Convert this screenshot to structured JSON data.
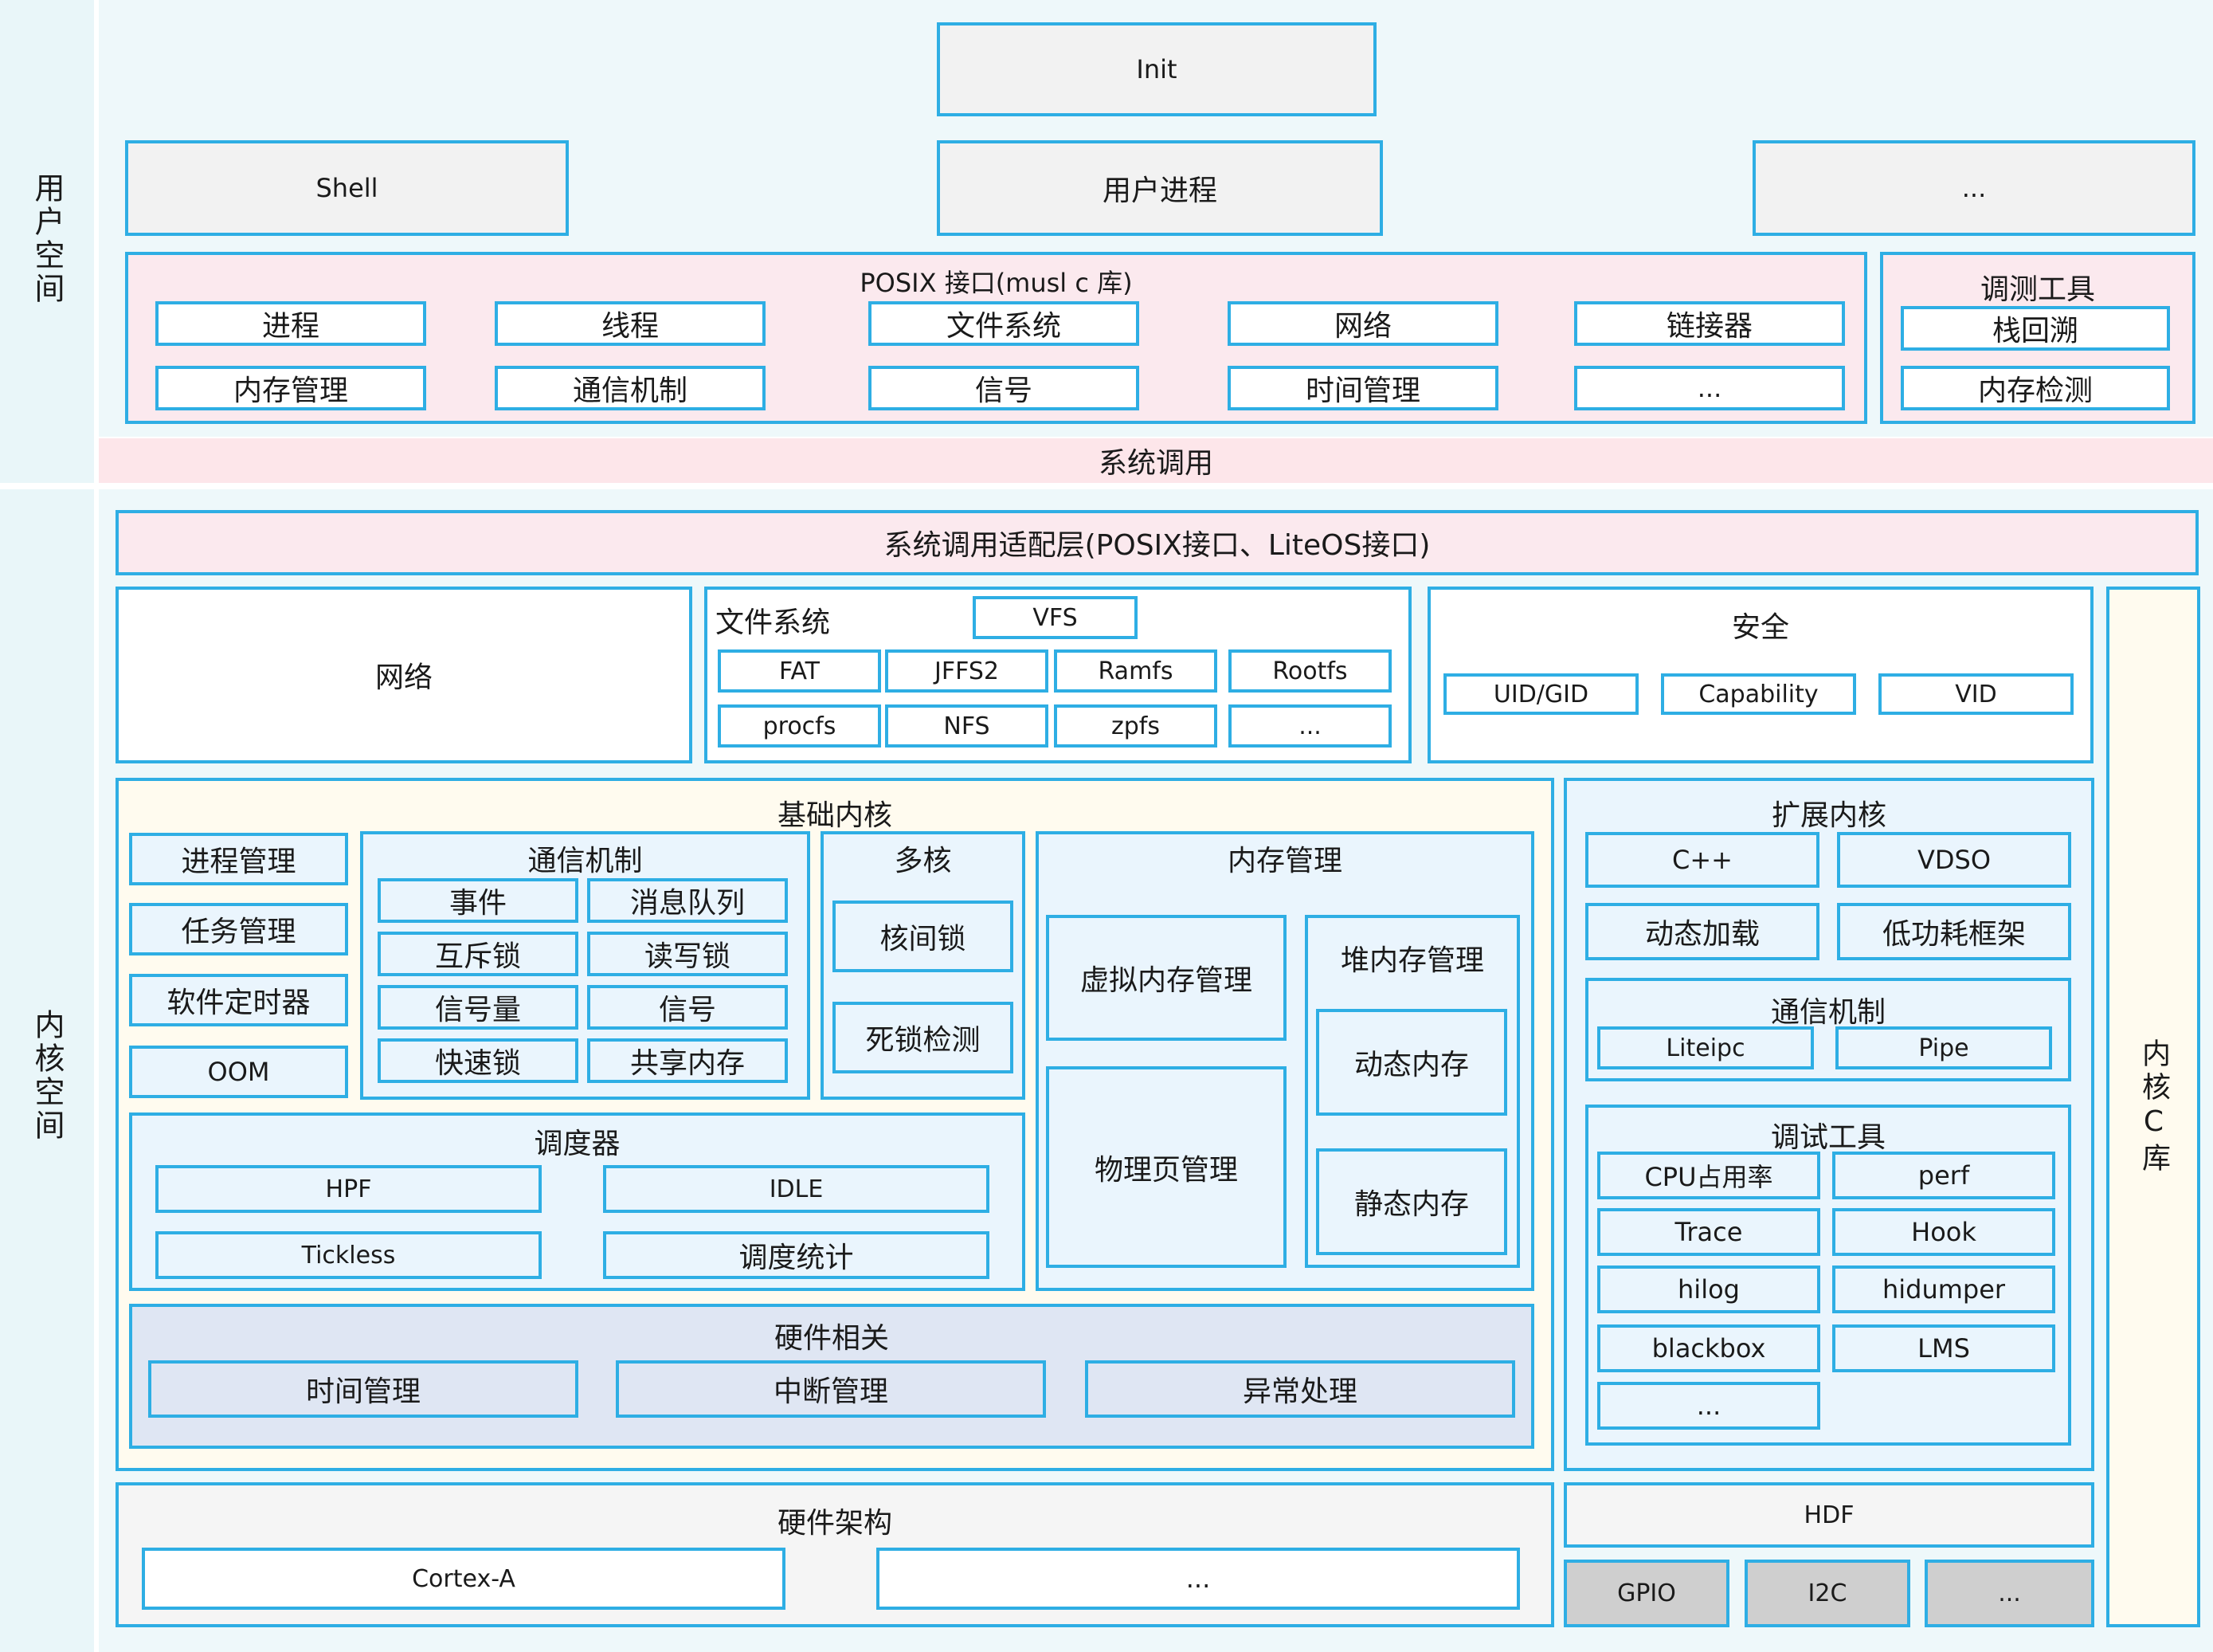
{
  "side": {
    "user": "用户空间",
    "kernel": "内核空间"
  },
  "user": {
    "init": "Init",
    "shell": "Shell",
    "user_process": "用户进程",
    "more": "...",
    "posix": {
      "title": "POSIX 接口(musl c 库)",
      "items": [
        "进程",
        "线程",
        "文件系统",
        "网络",
        "链接器",
        "内存管理",
        "通信机制",
        "信号",
        "时间管理",
        "..."
      ]
    },
    "debug": {
      "title": "调测工具",
      "items": [
        "栈回溯",
        "内存检测"
      ]
    },
    "syscall": "系统调用"
  },
  "kernel": {
    "adapter": "系统调用适配层(POSIX接口、LiteOS接口)",
    "network": "网络",
    "fs": {
      "title": "文件系统",
      "vfs": "VFS",
      "items": [
        "FAT",
        "JFFS2",
        "Ramfs",
        "Rootfs",
        "procfs",
        "NFS",
        "zpfs",
        "..."
      ]
    },
    "security": {
      "title": "安全",
      "items": [
        "UID/GID",
        "Capability",
        "VID"
      ]
    },
    "libc": "内核C库",
    "base": {
      "title": "基础内核",
      "left": [
        "进程管理",
        "任务管理",
        "软件定时器",
        "OOM"
      ],
      "ipc": {
        "title": "通信机制",
        "items": [
          "事件",
          "消息队列",
          "互斥锁",
          "读写锁",
          "信号量",
          "信号",
          "快速锁",
          "共享内存"
        ]
      },
      "smp": {
        "title": "多核",
        "items": [
          "核间锁",
          "死锁检测"
        ]
      },
      "mem": {
        "title": "内存管理",
        "virtual": "虚拟内存管理",
        "physical": "物理页管理",
        "heap": {
          "title": "堆内存管理",
          "items": [
            "动态内存",
            "静态内存"
          ]
        }
      },
      "sched": {
        "title": "调度器",
        "items": [
          "HPF",
          "IDLE",
          "Tickless",
          "调度统计"
        ]
      },
      "hw": {
        "title": "硬件相关",
        "items": [
          "时间管理",
          "中断管理",
          "异常处理"
        ]
      }
    },
    "ext": {
      "title": "扩展内核",
      "items": [
        "C++",
        "VDSO",
        "动态加载",
        "低功耗框架"
      ],
      "ipc": {
        "title": "通信机制",
        "items": [
          "Liteipc",
          "Pipe"
        ]
      },
      "debug": {
        "title": "调试工具",
        "items": [
          "CPU占用率",
          "perf",
          "Trace",
          "Hook",
          "hilog",
          "hidumper",
          "blackbox",
          "LMS",
          "..."
        ]
      }
    },
    "arch": {
      "title": "硬件架构",
      "items": [
        "Cortex-A",
        "..."
      ]
    },
    "hdf": {
      "title": "HDF",
      "items": [
        "GPIO",
        "I2C",
        "..."
      ]
    }
  }
}
